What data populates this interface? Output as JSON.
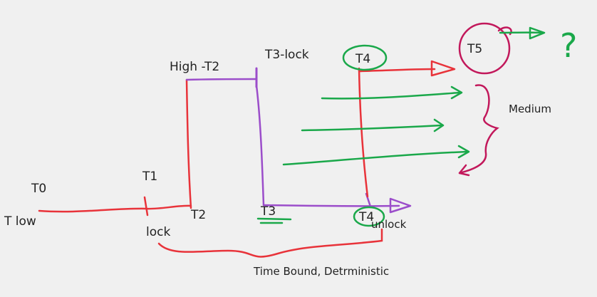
{
  "labels": {
    "t0": "T0",
    "t_low": "T low",
    "t1": "T1",
    "lock": "lock",
    "t2_low": "T2",
    "high_t2": "High -T2",
    "t3_lock": "T3-lock",
    "t3": "T3",
    "t4_top": "T4",
    "t4_bottom": "T4",
    "unlock": "unlock",
    "t5": "T5",
    "question": "?",
    "medium": "Medium",
    "time_bound": "Time Bound, Detrministic"
  },
  "colors": {
    "background": "#f0f0f0",
    "red": "#e8333a",
    "purple": "#9b4dca",
    "green": "#1aa84a",
    "magenta": "#c2185b",
    "text": "#222222"
  }
}
